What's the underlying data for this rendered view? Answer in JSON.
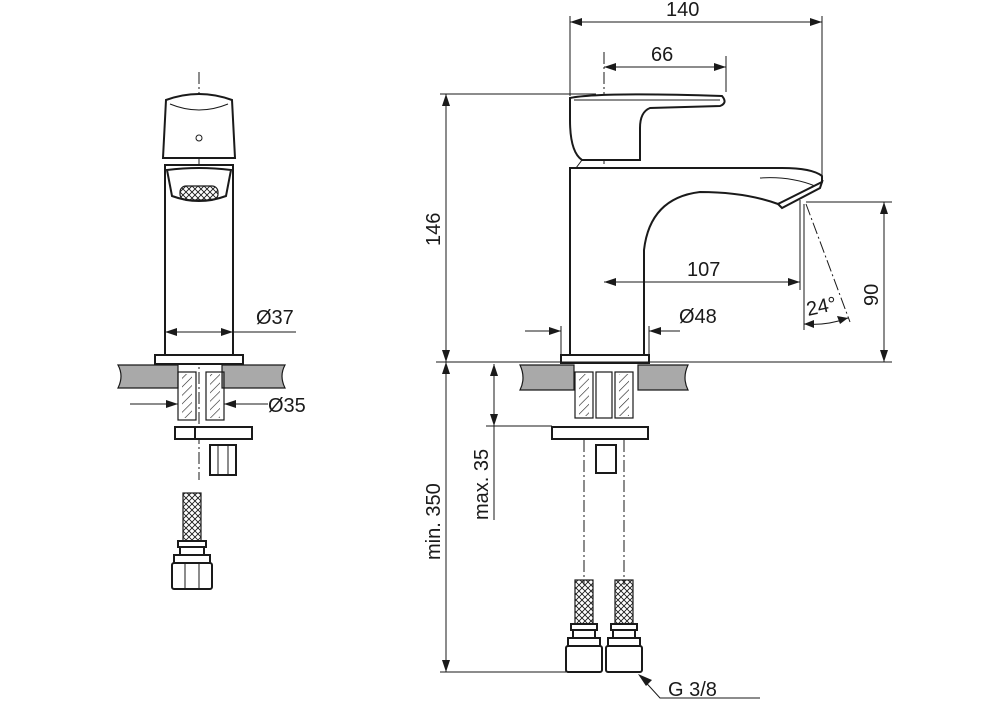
{
  "colors": {
    "line": "#1a1a1a",
    "counter": "#a9a9a9",
    "background": "#ffffff"
  },
  "dimensions": {
    "width_140": "140",
    "spout_66": "66",
    "height_146": "146",
    "reach_107": "107",
    "height_90": "90",
    "angle_24": "24°",
    "dia_48": "Ø48",
    "dia_37": "Ø37",
    "dia_35": "Ø35",
    "min_350": "min. 350",
    "max_35": "max. 35",
    "thread": "G 3/8"
  }
}
